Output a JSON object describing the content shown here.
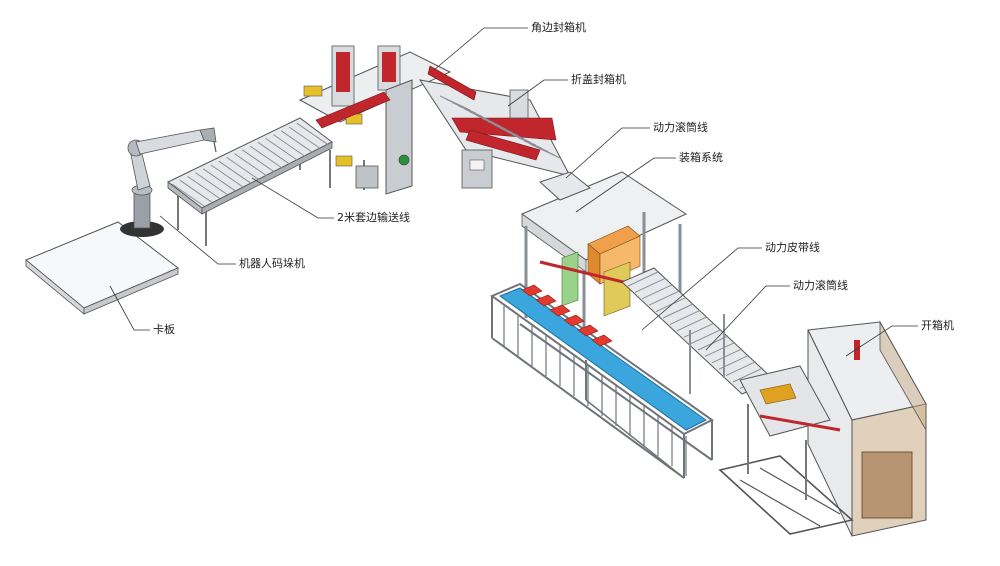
{
  "labels": {
    "corner_sealer": "角边封箱机",
    "flap_sealer": "折盖封箱机",
    "roller_line_1": "动力滚筒线",
    "packing_system": "装箱系统",
    "belt_line": "动力皮带线",
    "roller_line_2": "动力滚筒线",
    "case_erector": "开箱机",
    "conveyor_2m": "2米套边输送线",
    "robot_palletizer": "机器人码垛机",
    "pallet": "卡板"
  },
  "colors": {
    "frame": "#8a8f96",
    "steel": "#c9ccd1",
    "accent_red": "#c0262b",
    "belt_blue": "#3aa6dd",
    "product_red": "#e23a2f",
    "box_orange": "#f0a04a",
    "panel_green": "#9ad28a",
    "door_brown": "#a57a52",
    "leader": "#333333"
  }
}
